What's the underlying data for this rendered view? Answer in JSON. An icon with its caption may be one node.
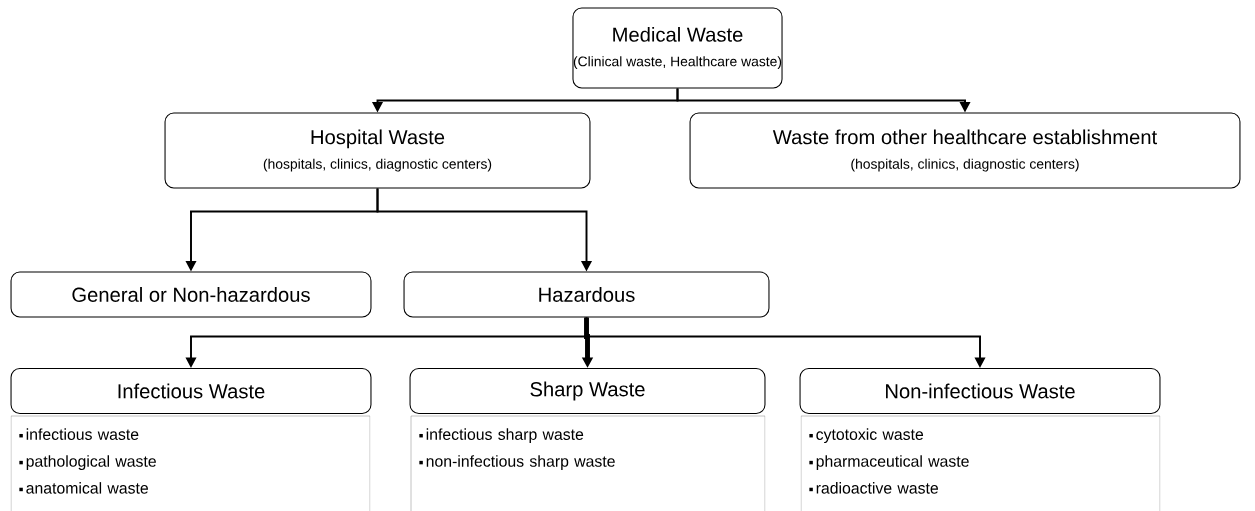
{
  "diagram": {
    "nodes": [
      {
        "text": [
          "Medical Waste",
          "(Clinical waste, Healthcare waste)"
        ]
      },
      {
        "text": [
          "Hospital Waste",
          "(hospitals, clinics, diagnostic centers)"
        ]
      },
      {
        "text": [
          "Waste from other healthcare establishment",
          "(hospitals, clinics, diagnostic centers)"
        ]
      },
      {
        "text": [
          "General or Non-hazardous"
        ]
      },
      {
        "text": [
          "Hazardous"
        ]
      },
      {
        "text": [
          "Infectious Waste"
        ]
      },
      {
        "text": [
          "Sharp Waste"
        ]
      },
      {
        "text": [
          "Non-infectious Waste"
        ]
      },
      {
        "text": [
          "infectious waste",
          "pathological waste",
          "anatomical waste"
        ]
      },
      {
        "text": [
          "infectious sharp waste",
          "non-infectious sharp waste"
        ]
      },
      {
        "text": [
          "cytotoxic waste",
          "pharmaceutical waste",
          "radioactive waste"
        ]
      }
    ],
    "edges": [
      {
        "from": 0,
        "to": 1,
        "arrow": "to"
      },
      {
        "from": 0,
        "to": 2,
        "arrow": "to"
      },
      {
        "from": 1,
        "to": 3,
        "arrow": "to"
      },
      {
        "from": 1,
        "to": 4,
        "arrow": "to"
      },
      {
        "from": 4,
        "to": 5,
        "arrow": "to"
      },
      {
        "from": 4,
        "to": 6,
        "arrow": "to",
        "style": "thick"
      },
      {
        "from": 4,
        "to": 7,
        "arrow": "to"
      }
    ]
  }
}
